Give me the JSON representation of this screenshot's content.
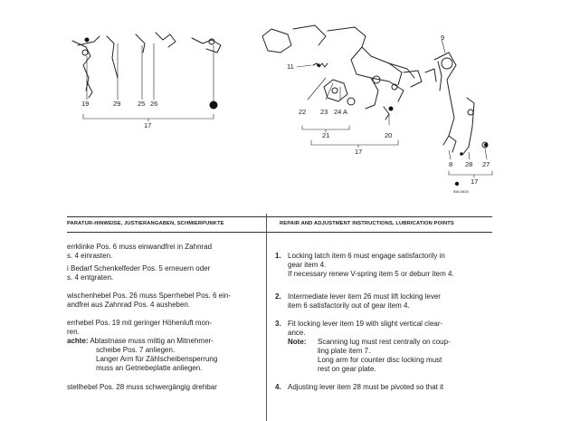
{
  "diagram": {
    "left_callouts": [
      "19",
      "29",
      "25",
      "26",
      "17"
    ],
    "right_callouts": [
      "9",
      "11",
      "22",
      "23",
      "24 A",
      "21",
      "20",
      "17",
      "8",
      "28",
      "27",
      "17"
    ],
    "figure_code": "556.0628"
  },
  "header": {
    "de_title": "PARATUR-HINWEISE, JUSTIERANGABEN, SCHMIERPUNKTE",
    "en_title": "REPAIR AND ADJUSTMENT INSTRUCTIONS, LUBRICATION POINTS"
  },
  "german": {
    "l1": "errklinke Pos. 6 muss einwandfrei in Zahnrad",
    "l2": "s. 4 einrasten.",
    "l3": "i Bedarf Schenkelfeder Pos. 5 erneuern oder",
    "l4": "s. 4 entgraten.",
    "l5": "wischenhebel Pos. 26 muss Sperrhebel Pos. 6 ein-",
    "l6": "andfrei aus Zahnrad Pos. 4 ausheben.",
    "l7": "errhebel Pos. 19 mit geringer Höhenluft mon-",
    "l8": "ren.",
    "l9_label": "achte:",
    "l9_text": "Abtastnase muss mittig an Mitnehmer-",
    "l10": "scheibe Pos. 7 anliegen.",
    "l11": "Langer Arm für Zählscheibensperrung",
    "l12": "muss an Getriebeplatte anliegen.",
    "l13": "stellhebel Pos. 28 muss schwergängig drehbar"
  },
  "english": {
    "i1_num": "1.",
    "i1_l1": "Locking latch item 6 must engage satisfactorily in",
    "i1_l2": "gear item 4.",
    "i1_l3": "If necessary renew V-spring item 5 or deburr item 4.",
    "i2_num": "2.",
    "i2_l1": "Intermediate lever item 26 must lift locking lever",
    "i2_l2": "item 6 satisfactorily out of gear item 4.",
    "i3_num": "3.",
    "i3_l1": "Fit locking lever item 19 with slight vertical clear-",
    "i3_l2": "ance.",
    "i3_note_label": "Note:",
    "i3_note_l1": "Scanning lug must rest centrally on coup-",
    "i3_note_l2": "ling plate item 7.",
    "i3_note_l3": "Long arm for counter disc locking must",
    "i3_note_l4": "rest on gear plate.",
    "i4_num": "4.",
    "i4_l1": "Adjusting lever item 28 must be pivoted so that it"
  }
}
